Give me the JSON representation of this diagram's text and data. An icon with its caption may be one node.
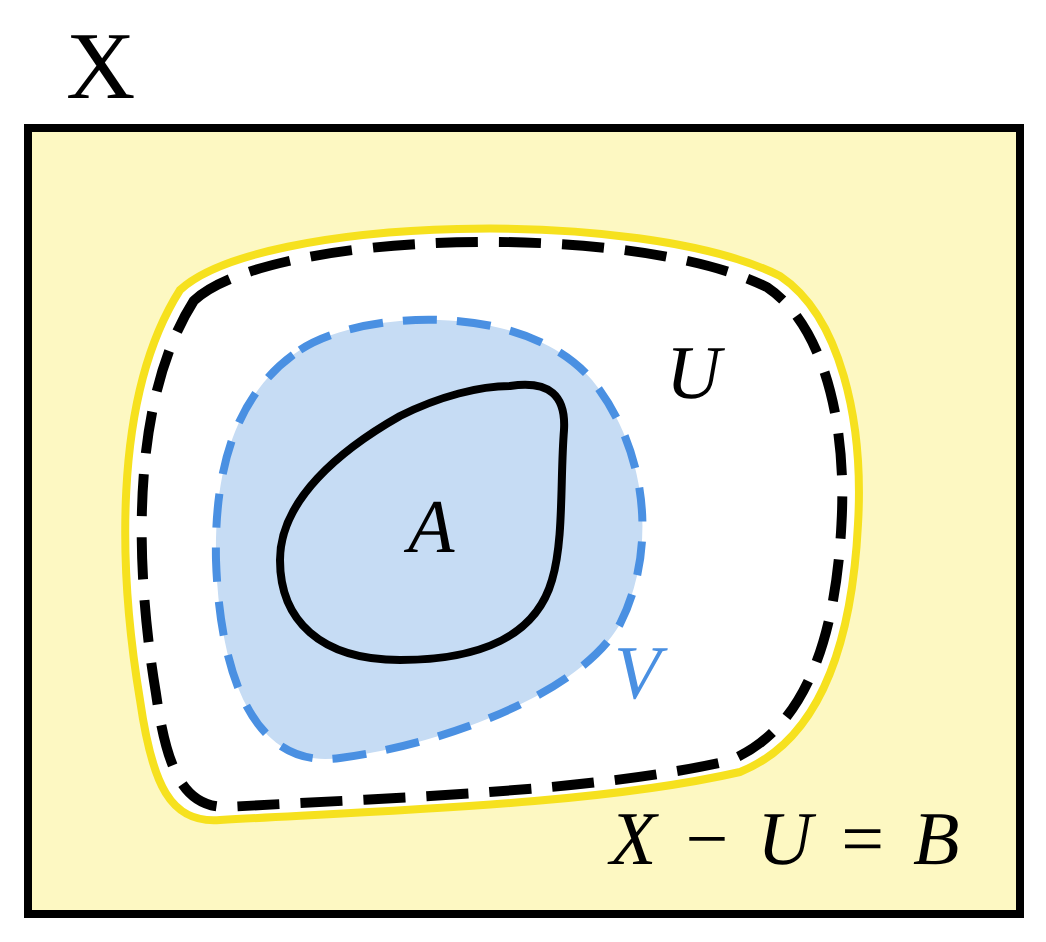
{
  "diagram": {
    "nodes": [
      {
        "text": [
          "X",
          "*X* − *U* = *B*"
        ]
      },
      {
        "text": [
          "U"
        ],
        "in": 0
      },
      {
        "text": [
          "V"
        ],
        "in": 1
      },
      {
        "text": [
          "A"
        ],
        "in": 2
      }
    ]
  }
}
